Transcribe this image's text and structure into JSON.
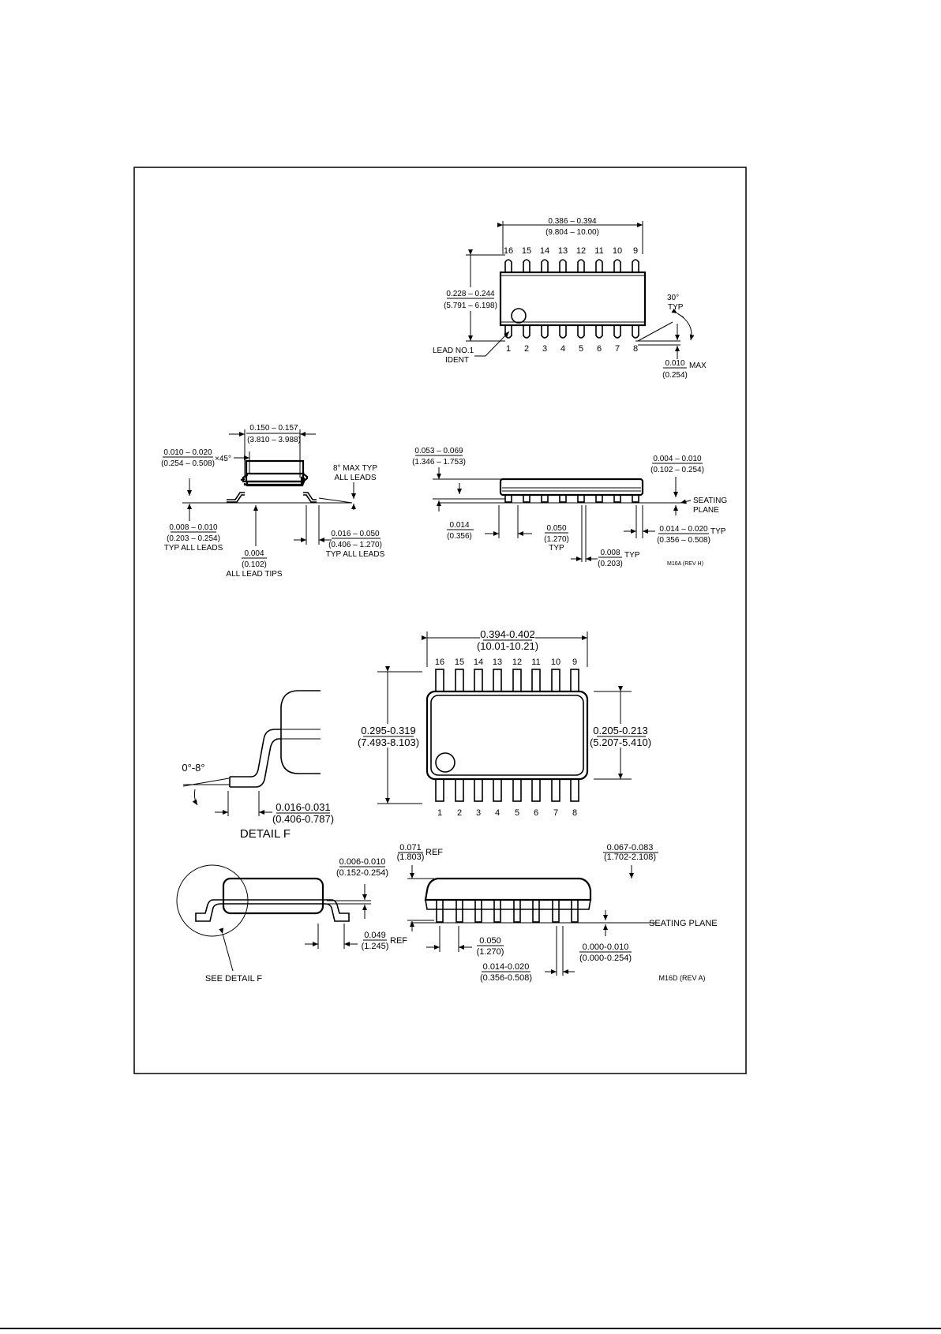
{
  "pkg1": {
    "top": {
      "len_in": "0.386 – 0.394",
      "len_mm": "(9.804 – 10.00)",
      "pins_top": [
        "16",
        "15",
        "14",
        "13",
        "12",
        "11",
        "10",
        "9"
      ],
      "pins_bottom": [
        "1",
        "2",
        "3",
        "4",
        "5",
        "6",
        "7",
        "8"
      ],
      "wid_in": "0.228 – 0.244",
      "wid_mm": "(5.791 – 6.198)",
      "angle": "30°",
      "angle_typ": "TYP",
      "lead_ident": "LEAD NO.1",
      "lead_ident2": "IDENT",
      "max_in": "0.010",
      "max_label": "MAX",
      "max_mm": "(0.254)"
    },
    "side": {
      "body_in": "0.150 – 0.157",
      "body_mm": "(3.810 – 3.988)",
      "chamfer_in": "0.010 – 0.020",
      "chamfer_mm": "(0.254 – 0.508)",
      "chamfer_angle": "×45°",
      "lead_angle": "8° MAX TYP",
      "lead_angle2": "ALL LEADS",
      "thick_in": "0.008 – 0.010",
      "thick_mm": "(0.203 – 0.254)",
      "thick_note": "TYP ALL LEADS",
      "tip_in": "0.004",
      "tip_mm": "(0.102)",
      "tip_note": "ALL LEAD TIPS",
      "foot_in": "0.016 – 0.050",
      "foot_mm": "(0.406 – 1.270)",
      "foot_note": "TYP ALL LEADS"
    },
    "front": {
      "height_in": "0.053 – 0.069",
      "height_mm": "(1.346 – 1.753)",
      "standoff_in": "0.004 – 0.010",
      "standoff_mm": "(0.102 – 0.254)",
      "seating": "SEATING",
      "plane": "PLANE",
      "lead_in": "0.014",
      "lead_mm": "(0.356)",
      "pitch_in": "0.050",
      "pitch_mm": "(1.270)",
      "pitch_typ": "TYP",
      "width_in": "0.014 – 0.020",
      "width_mm": "(0.356 – 0.508)",
      "width_typ": "TYP",
      "gap_in": "0.008",
      "gap_mm": "(0.203)",
      "gap_typ": "TYP",
      "rev": "M16A (REV H)"
    }
  },
  "pkg2": {
    "top": {
      "len_in": "0.394-0.402",
      "len_mm": "(10.01-10.21)",
      "pins_top": [
        "16",
        "15",
        "14",
        "13",
        "12",
        "11",
        "10",
        "9"
      ],
      "pins_bottom": [
        "1",
        "2",
        "3",
        "4",
        "5",
        "6",
        "7",
        "8"
      ],
      "wid_in": "0.295-0.319",
      "wid_mm": "(7.493-8.103)",
      "body_in": "0.205-0.213",
      "body_mm": "(5.207-5.410)"
    },
    "detail": {
      "angle": "0°-8°",
      "foot_in": "0.016-0.031",
      "foot_mm": "(0.406-0.787)",
      "title": "DETAIL F"
    },
    "side": {
      "thick_in": "0.006-0.010",
      "thick_mm": "(0.152-0.254)",
      "foot_in": "0.049",
      "foot_mm": "(1.245)",
      "ref": "REF",
      "see": "SEE DETAIL F"
    },
    "front": {
      "shoulder_in": "0.071",
      "shoulder_mm": "(1.803)",
      "shoulder_ref": "REF",
      "height_in": "0.067-0.083",
      "height_mm": "(1.702-2.108)",
      "seating": "SEATING PLANE",
      "pitch_in": "0.050",
      "pitch_mm": "(1.270)",
      "standoff_in": "0.000-0.010",
      "standoff_mm": "(0.000-0.254)",
      "width_in": "0.014-0.020",
      "width_mm": "(0.356-0.508)",
      "rev": "M16D (REV A)"
    }
  }
}
